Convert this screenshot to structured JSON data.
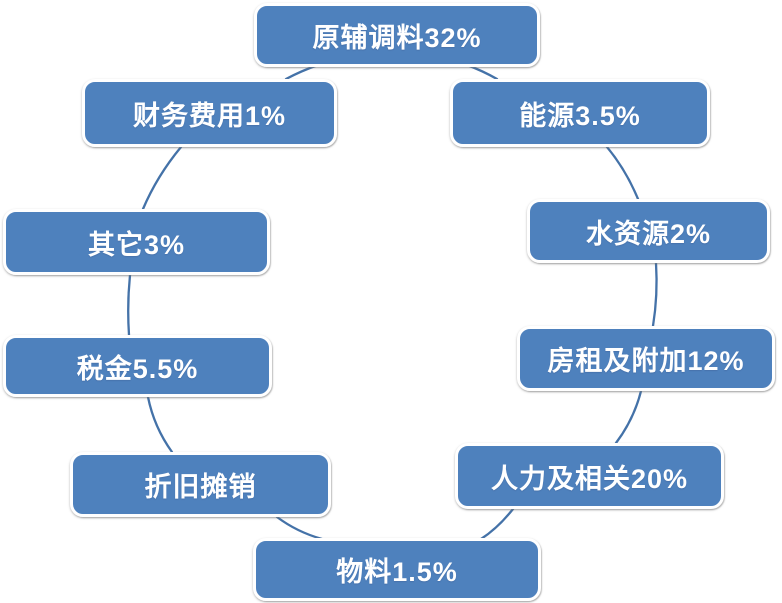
{
  "diagram": {
    "type": "cycle",
    "title": "",
    "colors": {
      "background": "#ffffff",
      "node_fill": "#4e81bd",
      "node_border": "#ffffff",
      "connector": "#4472a8",
      "text": "#ffffff"
    },
    "nodes": [
      {
        "id": "raw-materials",
        "label": "原辅调料32%",
        "name": "原辅调料",
        "value_pct": "32%"
      },
      {
        "id": "finance-cost",
        "label": "财务费用1%",
        "name": "财务费用",
        "value_pct": "1%"
      },
      {
        "id": "energy",
        "label": "能源3.5%",
        "name": "能源",
        "value_pct": "3.5%"
      },
      {
        "id": "other",
        "label": "其它3%",
        "name": "其它",
        "value_pct": "3%"
      },
      {
        "id": "water",
        "label": "水资源2%",
        "name": "水资源",
        "value_pct": "2%"
      },
      {
        "id": "tax",
        "label": "税金5.5%",
        "name": "税金",
        "value_pct": "5.5%"
      },
      {
        "id": "rent-surcharge",
        "label": "房租及附加12%",
        "name": "房租及附加",
        "value_pct": "12%"
      },
      {
        "id": "depreciation",
        "label": "折旧摊销",
        "name": "折旧摊销",
        "value_pct": ""
      },
      {
        "id": "labor",
        "label": "人力及相关20%",
        "name": "人力及相关",
        "value_pct": "20%"
      },
      {
        "id": "materials",
        "label": "物料1.5%",
        "name": "物料",
        "value_pct": "1.5%"
      }
    ],
    "edges": [
      {
        "from": "raw-materials",
        "to": "finance-cost"
      },
      {
        "from": "raw-materials",
        "to": "energy"
      },
      {
        "from": "finance-cost",
        "to": "other"
      },
      {
        "from": "energy",
        "to": "water"
      },
      {
        "from": "other",
        "to": "tax"
      },
      {
        "from": "water",
        "to": "rent-surcharge"
      },
      {
        "from": "rent-surcharge",
        "to": "labor"
      },
      {
        "from": "labor",
        "to": "materials"
      },
      {
        "from": "depreciation",
        "to": "materials"
      },
      {
        "from": "tax",
        "to": "depreciation"
      }
    ]
  }
}
